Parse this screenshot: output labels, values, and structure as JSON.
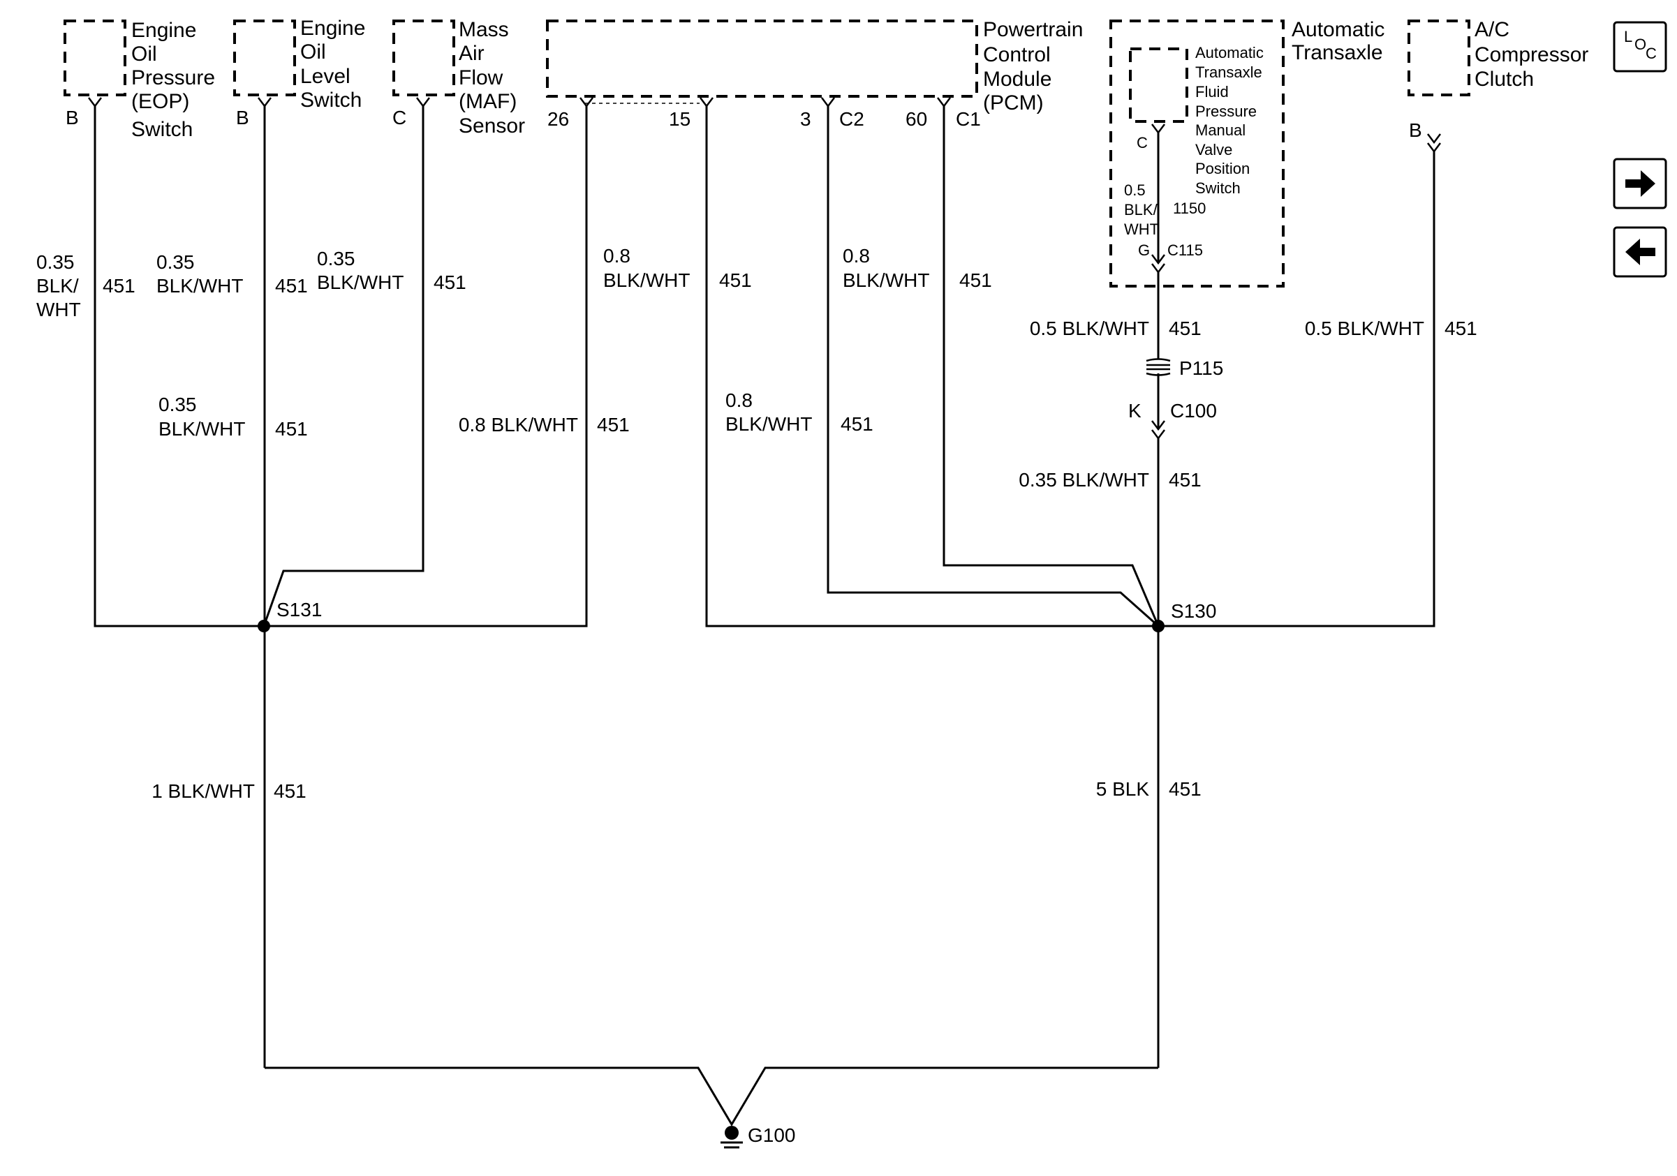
{
  "components": {
    "eop": [
      "Engine",
      "Oil",
      "Pressure",
      "(EOP)",
      "Switch"
    ],
    "eol": [
      "Engine",
      "Oil",
      "Level",
      "Switch"
    ],
    "maf": [
      "Mass",
      "Air",
      "Flow",
      "(MAF)",
      "Sensor"
    ],
    "pcm": [
      "Powertrain",
      "Control",
      "Module",
      "(PCM)"
    ],
    "at": [
      "Automatic",
      "Transaxle"
    ],
    "atfp": [
      "Automatic",
      "Transaxle",
      "Fluid",
      "Pressure",
      "Manual",
      "Valve",
      "Position",
      "Switch"
    ],
    "ac": [
      "A/C",
      "Compressor",
      "Clutch"
    ]
  },
  "pins": {
    "eop": "B",
    "eol": "B",
    "maf": "C",
    "pcm_26": "26",
    "pcm_15": "15",
    "pcm_3": "3",
    "pcm_c2": "C2",
    "pcm_60": "60",
    "pcm_c1": "C1",
    "atfp": "C",
    "c115_pin": "G",
    "c115": "C115",
    "ac": "B",
    "c100_pin": "K",
    "c100": "C100"
  },
  "wires": {
    "eop": {
      "gauge": [
        "0.35",
        "BLK/",
        "WHT"
      ],
      "circuit": "451"
    },
    "eol_upper": {
      "gauge": [
        "0.35",
        "BLK/WHT"
      ],
      "circuit": "451"
    },
    "maf_upper": {
      "gauge": [
        "0.35",
        "BLK/WHT"
      ],
      "circuit": "451"
    },
    "pcm26_upper": {
      "gauge": [
        "0.8",
        "BLK/WHT"
      ],
      "circuit": "451"
    },
    "pcm3_upper": {
      "gauge": [
        "0.8",
        "BLK/WHT"
      ],
      "circuit": "451"
    },
    "eol_lower": {
      "gauge": [
        "0.35",
        "BLK/WHT"
      ],
      "circuit": "451"
    },
    "pcm26_lower": {
      "gauge": "0.8 BLK/WHT",
      "circuit": "451"
    },
    "pcm15_lower": {
      "gauge": [
        "0.8",
        "BLK/WHT"
      ],
      "circuit": "451"
    },
    "atfp_inner": {
      "gauge": [
        "0.5",
        "BLK/",
        "WHT"
      ],
      "circuit": "1150"
    },
    "at_out": {
      "gauge": "0.5 BLK/WHT",
      "circuit": "451"
    },
    "ac": {
      "gauge": "0.5 BLK/WHT",
      "circuit": "451"
    },
    "at_c100": {
      "gauge": "0.35 BLK/WHT",
      "circuit": "451"
    },
    "s131_ground": {
      "gauge": "1 BLK/WHT",
      "circuit": "451"
    },
    "s130_ground": {
      "gauge": "5 BLK",
      "circuit": "451"
    }
  },
  "splices": {
    "s131": "S131",
    "s130": "S130"
  },
  "inline": {
    "p115": "P115"
  },
  "ground": {
    "label": "G100"
  },
  "nav": {
    "loc": {
      "l": "L",
      "o": "O",
      "c": "C"
    },
    "forward_icon": "arrow-right-icon",
    "back_icon": "arrow-left-icon"
  }
}
